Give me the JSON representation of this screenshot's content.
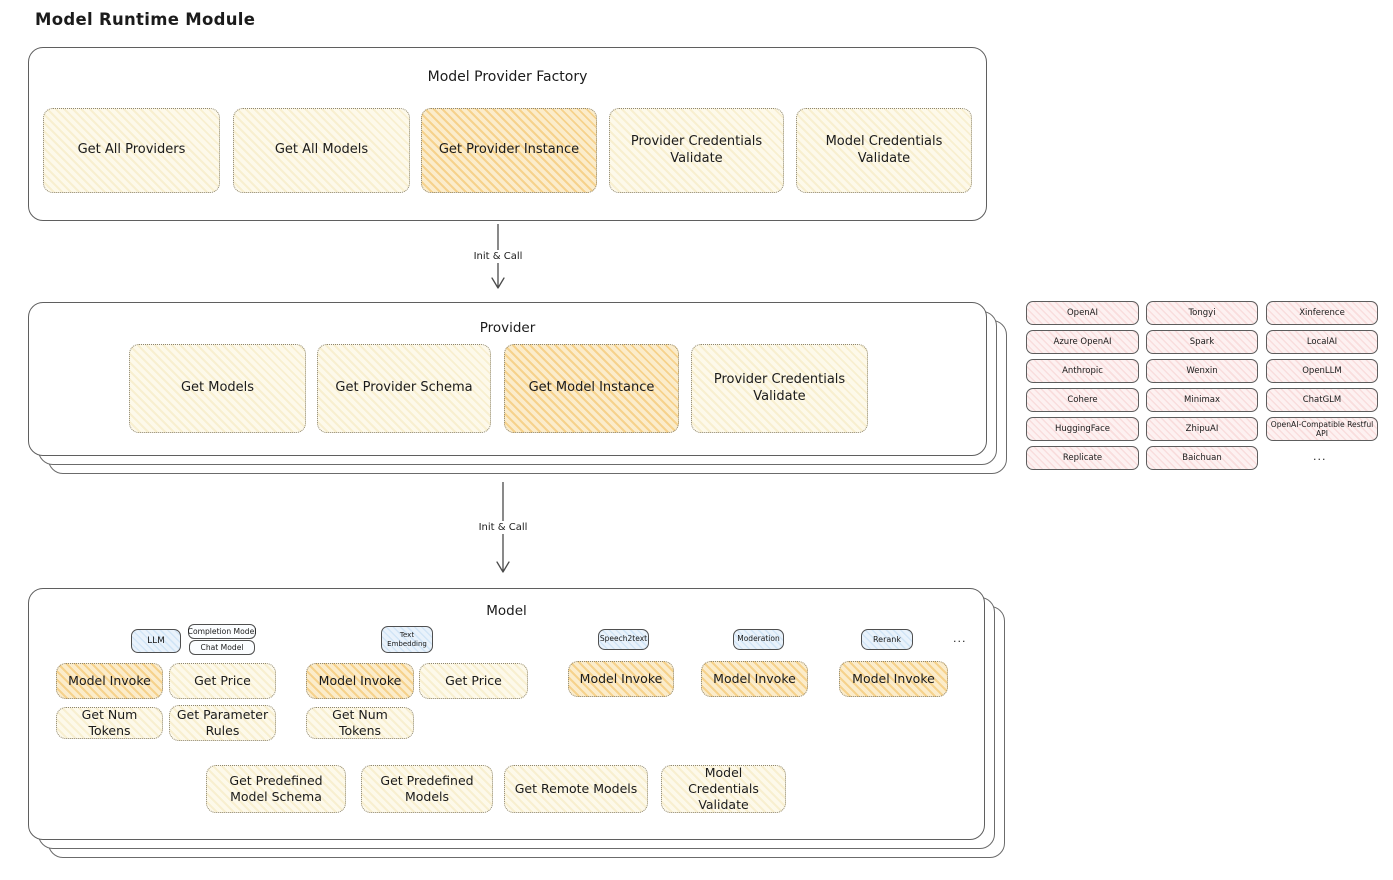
{
  "page": {
    "title": "Model Runtime Module"
  },
  "factory": {
    "title": "Model Provider Factory",
    "buttons": [
      {
        "label": "Get All Providers",
        "highlight": false
      },
      {
        "label": "Get All Models",
        "highlight": false
      },
      {
        "label": "Get Provider Instance",
        "highlight": true
      },
      {
        "label": "Provider Credentials Validate",
        "highlight": false
      },
      {
        "label": "Model Credentials Validate",
        "highlight": false
      }
    ]
  },
  "arrows": {
    "factory_to_provider": "Init & Call",
    "provider_to_model": "Init & Call"
  },
  "provider": {
    "title": "Provider",
    "buttons": [
      {
        "label": "Get Models",
        "highlight": false
      },
      {
        "label": "Get Provider Schema",
        "highlight": false
      },
      {
        "label": "Get Model Instance",
        "highlight": true
      },
      {
        "label": "Provider Credentials Validate",
        "highlight": false
      }
    ]
  },
  "provider_list": {
    "col1": [
      "OpenAI",
      "Azure OpenAI",
      "Anthropic",
      "Cohere",
      "HuggingFace",
      "Replicate"
    ],
    "col2": [
      "Tongyi",
      "Spark",
      "Wenxin",
      "Minimax",
      "ZhipuAI",
      "Baichuan"
    ],
    "col3": [
      "Xinference",
      "LocalAI",
      "OpenLLM",
      "ChatGLM",
      "OpenAI-Compatible Restful API"
    ],
    "more": "..."
  },
  "model": {
    "title": "Model",
    "types": {
      "llm": "LLM",
      "completion_model": "Completion Model",
      "chat_model": "Chat Model",
      "text_embedding": "Text Embedding",
      "speech2text": "Speech2text",
      "moderation": "Moderation",
      "rerank": "Rerank",
      "more": "..."
    },
    "actions": {
      "model_invoke": "Model Invoke",
      "get_price": "Get Price",
      "get_num_tokens": "Get Num Tokens",
      "get_parameter_rules": "Get Parameter Rules",
      "get_predefined_model_schema": "Get Predefined Model Schema",
      "get_predefined_models": "Get Predefined Models",
      "get_remote_models": "Get Remote Models",
      "model_credentials_validate": "Model Credentials Validate"
    }
  },
  "colors": {
    "panel_border": "#5f5f5f",
    "action_fill": "#fdf9ea",
    "action_hatch": "#f8efd0",
    "highlight_fill": "#fbeccb",
    "highlight_hatch": "#f6d28c",
    "provider_fill": "#fdf1f1",
    "provider_hatch": "#f9dddd",
    "type_badge_fill": "#e9f2fb",
    "type_badge_hatch": "#d2e5f6",
    "text": "#1b1b1b"
  }
}
